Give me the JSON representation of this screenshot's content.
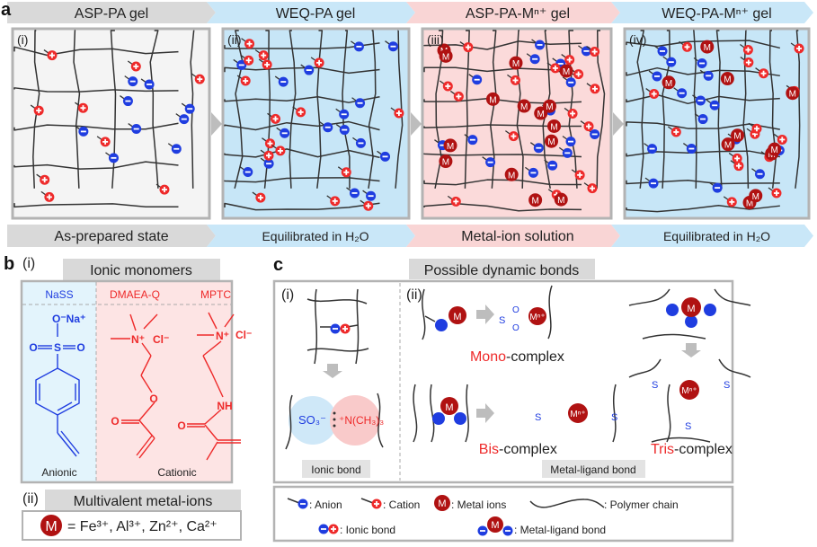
{
  "panel_a": {
    "label": "a",
    "stages": [
      {
        "title": "ASP-PA gel",
        "roman": "(i)",
        "bottom": "As-prepared state",
        "color": "#d9d9d9",
        "fill": "#f4f4f4"
      },
      {
        "title": "WEQ-PA gel",
        "roman": "(ii)",
        "bottom": "Equilibrated in H₂O",
        "color": "#c9e7f8",
        "fill": "#c7e6f7"
      },
      {
        "title": "ASP-PA-Mⁿ⁺ gel",
        "roman": "(iii)",
        "bottom": "Metal-ion solution",
        "color": "#f9d5d5",
        "fill": "#fbdada"
      },
      {
        "title": "WEQ-PA-Mⁿ⁺ gel",
        "roman": "(iv)",
        "bottom": "Equilibrated in H₂O",
        "color": "#c9e7f8",
        "fill": "#c7e6f7"
      }
    ]
  },
  "panel_b": {
    "label": "b",
    "sub_i": "(i)",
    "title_i": "Ionic monomers",
    "monomers": [
      {
        "name": "NaSS",
        "color": "#1f3de0"
      },
      {
        "name": "DMAEA-Q",
        "color": "#ee2a2a"
      },
      {
        "name": "MPTC",
        "color": "#ee2a2a"
      }
    ],
    "anionic": "Anionic",
    "cationic": "Cationic",
    "atoms": {
      "o_na": "O⁻Na⁺",
      "o": "O",
      "s": "S",
      "n_plus": "N⁺",
      "cl": "Cl⁻",
      "nh": "NH"
    },
    "sub_ii": "(ii)",
    "title_ii": "Multivalent metal-ions",
    "metal_symbol": "M",
    "metals": "= Fe³⁺, Al³⁺, Zn²⁺, Ca²⁺"
  },
  "panel_c": {
    "label": "c",
    "title": "Possible dynamic bonds",
    "sub_i": "(i)",
    "sub_ii": "(ii)",
    "so3": "SO₃⁻",
    "nme3": "⁺N(CH₃)₃",
    "ionic_bond": "Ionic bond",
    "metal_ligand_bond": "Metal-ligand bond",
    "mono_prefix": "Mono",
    "mono_suffix": "-complex",
    "bis_prefix": "Bis",
    "bis_suffix": "-complex",
    "tris_prefix": "Tris",
    "tris_suffix": "-complex",
    "mn": "Mⁿ⁺",
    "legend": {
      "anion": ": Anion",
      "cation": ": Cation",
      "metal": ": Metal ions",
      "polymer": ": Polymer chain",
      "ionic": ": Ionic bond",
      "metal_ligand": ": Metal-ligand bond"
    }
  },
  "colors": {
    "anion": "#1f3de0",
    "cation": "#ee2a2a",
    "metal": "#b01212",
    "chain": "#333333",
    "arrow": "#bdbdbd"
  }
}
